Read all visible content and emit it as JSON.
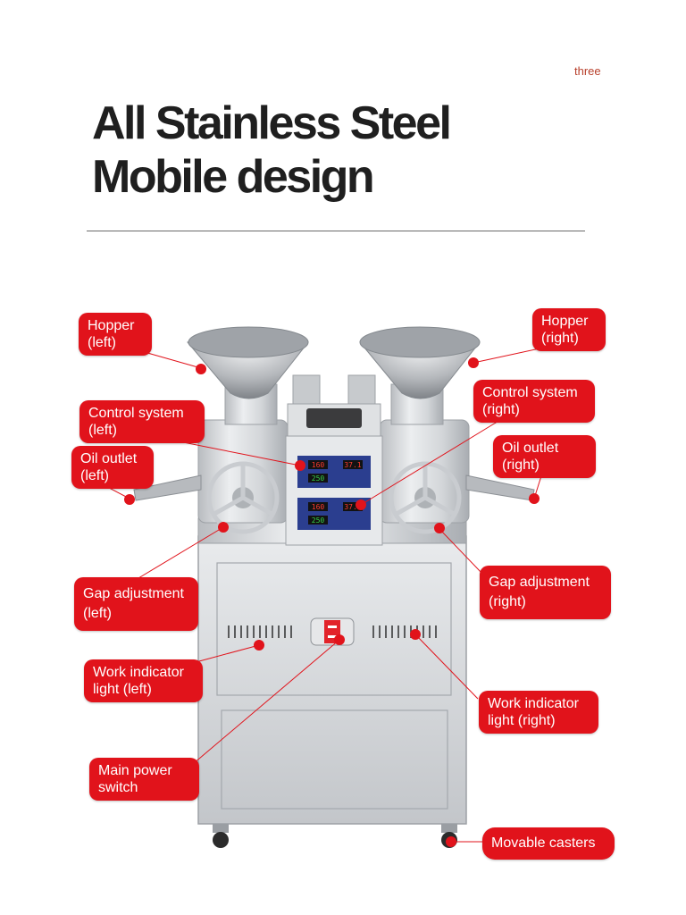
{
  "page_number": "three",
  "title": {
    "line1": "All Stainless Steel",
    "line2": "Mobile design"
  },
  "callouts": {
    "hopper_left": "Hopper\n(left)",
    "hopper_right": "Hopper\n(right)",
    "control_left": "Control system\n(left)",
    "control_right": "Control system\n(right)",
    "oil_left": "Oil outlet\n(left)",
    "oil_right": "Oil outlet\n(right)",
    "gap_left": "Gap adjustment\n(left)",
    "gap_right": "Gap adjustment\n(right)",
    "work_left": "Work indicator\nlight (left)",
    "work_right": "Work indicator\nlight (right)",
    "power": "Main power\nswitch",
    "casters": "Movable casters"
  },
  "controller": {
    "top_left_readout": "160",
    "top_right_readout": "37.1",
    "bottom_left_readout": "250",
    "top2_left_readout": "160",
    "top2_right_readout": "37.1",
    "bottom2_left_readout": "250"
  },
  "colors": {
    "callout_red": "#e1131b",
    "page_number": "#b8402c",
    "title": "#1f1f1f"
  }
}
